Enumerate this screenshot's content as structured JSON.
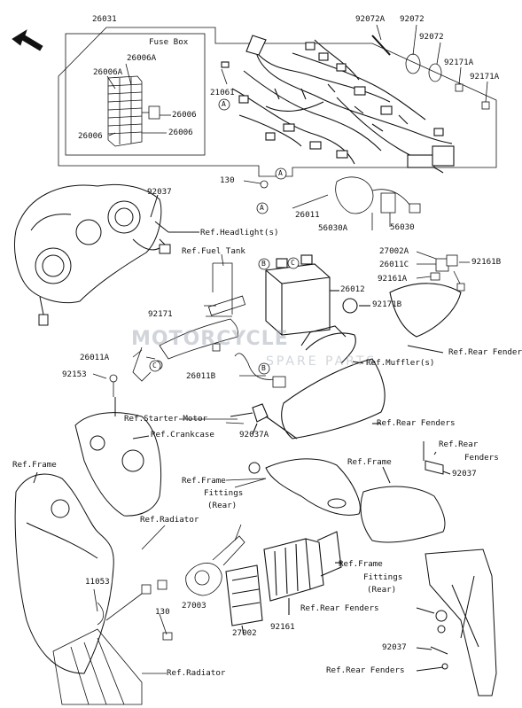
{
  "watermark": {
    "main": "MOTORCYCLE",
    "sub": "SPARE PARTS"
  },
  "callouts": {
    "a": "A",
    "b": "B",
    "c": "C"
  },
  "labels": {
    "p26031": "26031",
    "fuse_box": "Fuse Box",
    "p26006A_1": "26006A",
    "p26006A_2": "26006A",
    "p26006_1": "26006",
    "p26006_2": "26006",
    "p26006_3": "26006",
    "p92072A": "92072A",
    "p92072_1": "92072",
    "p92072_2": "92072",
    "p92171A_1": "92171A",
    "p92171A_2": "92171A",
    "p21061": "21061",
    "p130_1": "130",
    "p92037_1": "92037",
    "ref_headlight": "Ref.Headlight(s)",
    "p26011": "26011",
    "p56030A": "56030A",
    "p56030": "56030",
    "p27002A": "27002A",
    "p26011C": "26011C",
    "p92161B": "92161B",
    "p92161A": "92161A",
    "ref_fuel_tank": "Ref.Fuel Tank",
    "p26012": "26012",
    "p92171B": "92171B",
    "p92171": "92171",
    "ref_rear_fenders_1": "Ref.Rear Fenders",
    "ref_muffler": "Ref.Muffler(s)",
    "p26011A": "26011A",
    "p26011B": "26011B",
    "p92153": "92153",
    "ref_starter_motor": "Ref.Starter Motor",
    "ref_crankcase": "Ref.Crankcase",
    "ref_rear_fenders_2": "Ref.Rear Fenders",
    "ref_rear_fenders_3a": "Ref.Rear",
    "ref_rear_fenders_3b": "Fenders",
    "p92037A": "92037A",
    "ref_frame_1": "Ref.Frame",
    "ref_frame_2": "Ref.Frame",
    "p92037_2": "92037",
    "ref_frame_fittings_1a": "Ref.Frame",
    "ref_frame_fittings_1b": "Fittings",
    "ref_frame_fittings_1c": "(Rear)",
    "ref_radiator_1": "Ref.Radiator",
    "ref_frame_fittings_2a": "Ref.Frame",
    "ref_frame_fittings_2b": "Fittings",
    "ref_frame_fittings_2c": "(Rear)",
    "p11053": "11053",
    "p27003": "27003",
    "ref_rear_fenders_4": "Ref.Rear Fenders",
    "p130_2": "130",
    "p27002": "27002",
    "p92161": "92161",
    "p92037_3": "92037",
    "ref_radiator_2": "Ref.Radiator",
    "ref_rear_fenders_5": "Ref.Rear Fenders"
  }
}
